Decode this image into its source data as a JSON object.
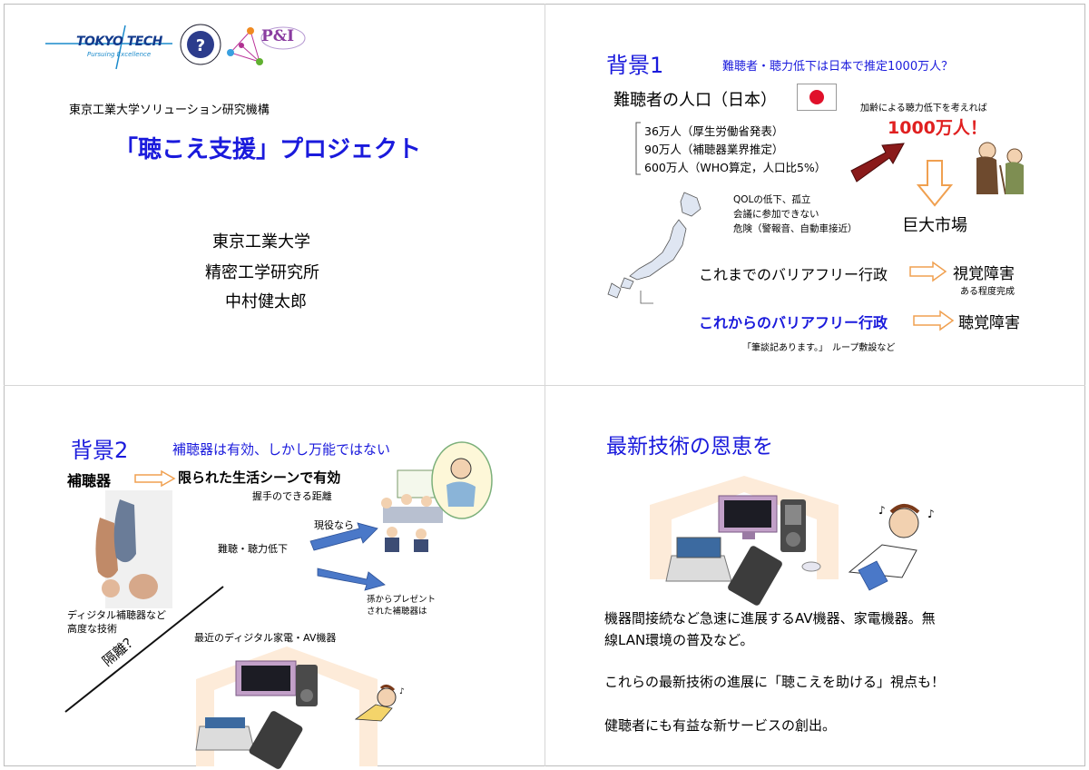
{
  "slide1": {
    "logo_tokyotech": "TOKYO TECH",
    "logo_tagline": "Pursuing Excellence",
    "logo_pi": "P&I",
    "organization": "東京工業大学ソリューション研究機構",
    "project_title": "「聴こえ支援」プロジェクト",
    "affiliation_university": "東京工業大学",
    "affiliation_lab": "精密工学研究所",
    "author": "中村健太郎"
  },
  "slide2": {
    "heading": "背景1",
    "subheading": "難聴者・聴力低下は日本で推定1000万人？",
    "population_label": "難聴者の人口（日本）",
    "estimates": [
      "36万人（厚生労働省発表）",
      "90万人（補聴器業界推定）",
      "600万人（WHO算定，人口比5%）"
    ],
    "aging_note": "加齢による聴力低下を考えれば",
    "big_number": "1000万人！",
    "qol_items": [
      "QOLの低下、孤立",
      "会議に参加できない",
      "危険（警報音、自動車接近）"
    ],
    "market": "巨大市場",
    "past_policy": "これまでのバリアフリー行政",
    "past_target": "視覚障害",
    "past_status": "ある程度完成",
    "future_policy": "これからのバリアフリー行政",
    "future_target": "聴覚障害",
    "examples": "「筆談記あります。」　ループ敷設など",
    "colors": {
      "title_blue": "#1a1adc",
      "highlight_red": "#e02020",
      "arrow_orange": "#f0a050",
      "flag_red": "#e0102a"
    }
  },
  "slide3": {
    "heading": "背景2",
    "subheading": "補聴器は有効、しかし万能ではない",
    "hearing_aid": "補聴器",
    "limited_scenes": "限られた生活シーンで有効",
    "handshake_distance": "握手のできる距離",
    "working": "現役なら",
    "hearing_loss": "難聴・聴力低下",
    "grandchild_gift": [
      "孫からプレゼント",
      "された補聴器は"
    ],
    "digital_aids": [
      "ディジタル補聴器など",
      "高度な技術"
    ],
    "gap": "隔離？",
    "recent_devices": "最近のディジタル家電・AV機器"
  },
  "slide4": {
    "heading": "最新技術の恩恵を",
    "paragraph1_line1": "機器間接続など急速に進展するAV機器、家電機器。無",
    "paragraph1_line2": "線LAN環境の普及など。",
    "paragraph2": "これらの最新技術の進展に「聴こえを助ける」視点も！",
    "paragraph3": "健聴者にも有益な新サービスの創出。"
  }
}
